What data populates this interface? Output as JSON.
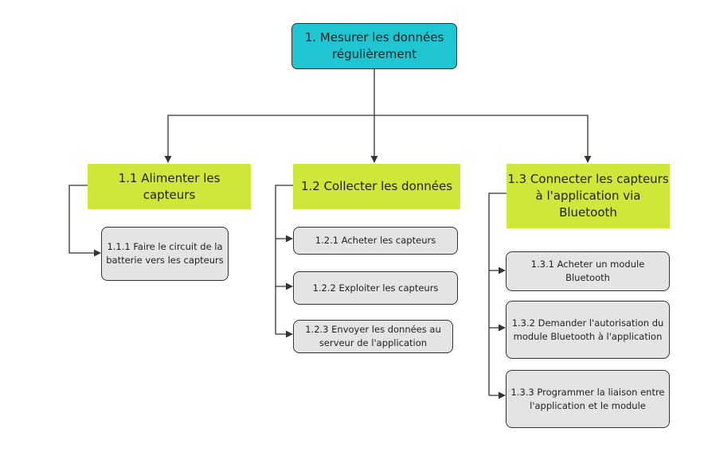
{
  "root": {
    "text": "1. Mesurer les données régulièrement",
    "color": "#1fc6d2"
  },
  "branches": [
    {
      "text": "1.1  Alimenter les capteurs",
      "children": [
        "1.1.1 Faire le circuit de la batterie vers les capteurs"
      ]
    },
    {
      "text": "1.2 Collecter les données",
      "children": [
        "1.2.1 Acheter les capteurs",
        "1.2.2 Exploiter les capteurs",
        "1.2.3 Envoyer les données au serveur de l'application"
      ]
    },
    {
      "text": "1.3 Connecter les capteurs à l'application via Bluetooth",
      "children": [
        "1.3.1 Acheter un module Bluetooth",
        "1.3.2 Demander l'autorisation du module Bluetooth à l'application",
        "1.3.3 Programmer la liaison entre l'application et le module"
      ]
    }
  ],
  "colors": {
    "level1": "#cfe63a",
    "level2": "#e4e4e4",
    "line": "#333333"
  }
}
